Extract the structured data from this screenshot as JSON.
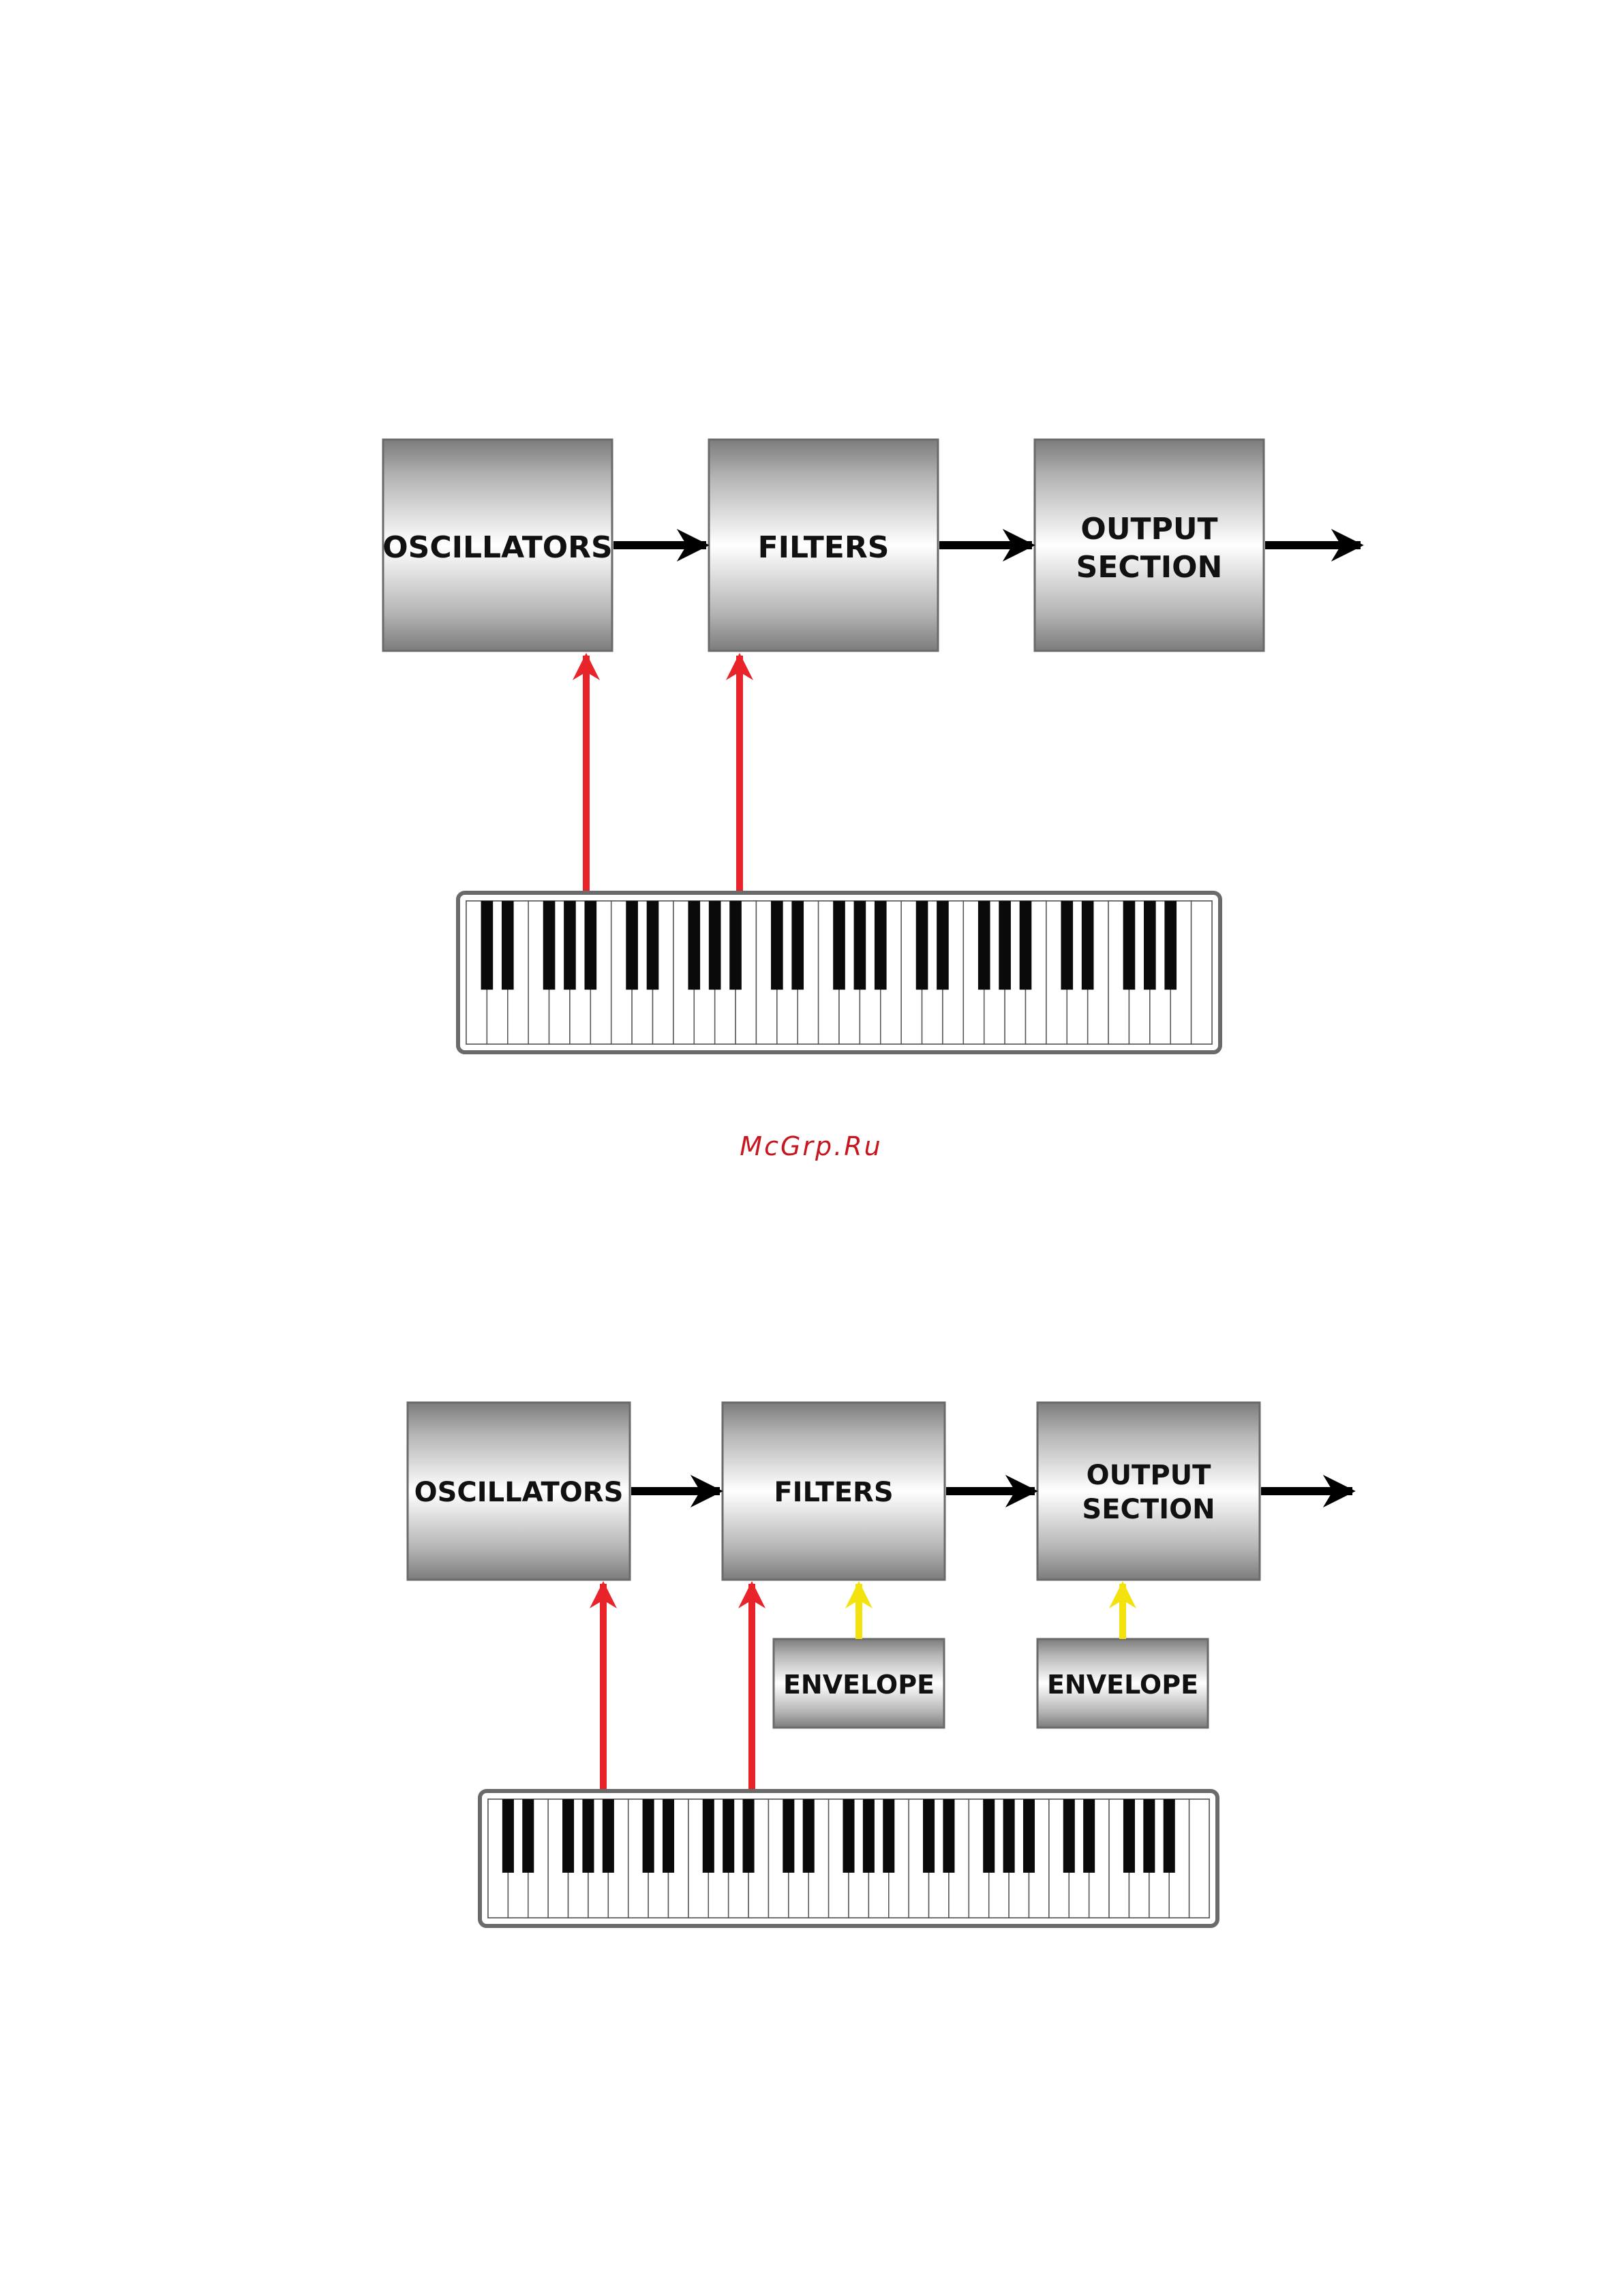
{
  "diagram_top": {
    "oscillators": "OSCILLATORS",
    "filters": "FILTERS",
    "output_line1": "OUTPUT",
    "output_line2": "SECTION"
  },
  "diagram_bottom": {
    "oscillators": "OSCILLATORS",
    "filters": "FILTERS",
    "output_line1": "OUTPUT",
    "output_line2": "SECTION",
    "envelope_filter": "ENVELOPE",
    "envelope_output": "ENVELOPE"
  },
  "watermark": "McGrp.Ru",
  "colors": {
    "control_arrow": "#e8232a",
    "envelope_arrow": "#f4e20f",
    "signal_arrow": "#000000",
    "block_light": "#ffffff",
    "block_dark": "#8a8a8a"
  },
  "keyboard": {
    "white_keys": 36
  }
}
